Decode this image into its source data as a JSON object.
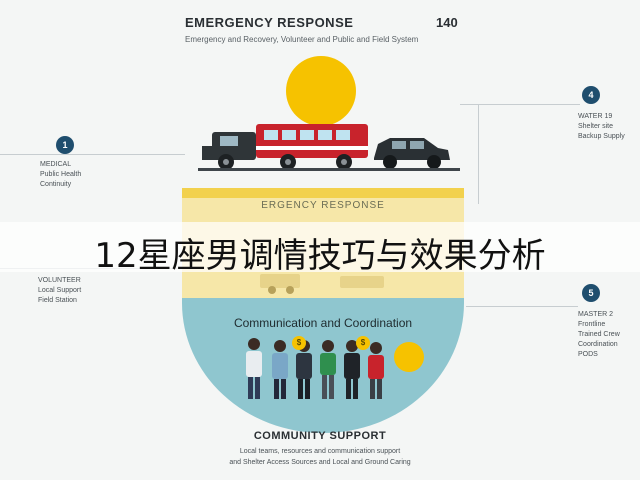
{
  "header": {
    "title": "EMERGENCY RESPONSE",
    "number": "140",
    "subtitle": "Emergency and Recovery, Volunteer and Public and Field System"
  },
  "steps": [
    {
      "num": "1",
      "lines": [
        "MEDICAL",
        "Public Health",
        "Continuity"
      ]
    },
    {
      "num": "4",
      "lines": [
        "WATER 19",
        "Shelter site",
        "Backup Supply"
      ]
    },
    {
      "num": "",
      "lines": [
        "VOLUNTEER",
        "Local Support",
        "Field Station"
      ]
    },
    {
      "num": "5",
      "lines": [
        "MASTER 2",
        "Frontline",
        "Trained Crew",
        "Coordination",
        "PODS"
      ]
    }
  ],
  "bowl": {
    "top_title": "ERGENCY RESPONSE",
    "bottom_title": "Communication and Coordination",
    "badge_left": "$",
    "badge_right": "$"
  },
  "footer": {
    "title": "COMMUNITY SUPPORT",
    "line1": "Local teams, resources and communication support",
    "line2": "and Shelter Access Sources and Local and Ground Caring"
  },
  "overlay": {
    "text": "12星座男调情技巧与效果分析"
  },
  "colors": {
    "sun": "#f6c200",
    "badge": "#1f4e6e",
    "bowl_top": "#f6e7a8",
    "bowl_bottom": "#8fc6cf",
    "truck_red": "#c8232c"
  }
}
